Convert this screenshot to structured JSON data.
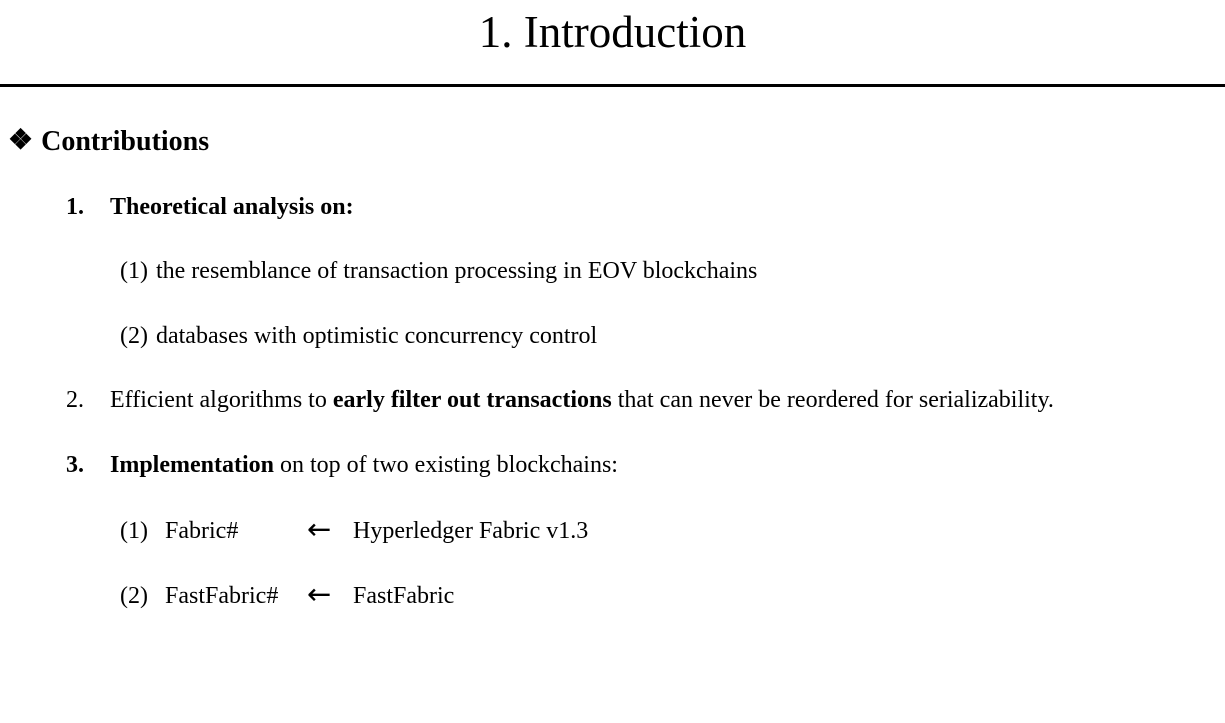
{
  "slide": {
    "title": "1. Introduction"
  },
  "contributions": {
    "bullet": "❖",
    "label": "Contributions"
  },
  "items": {
    "item1": {
      "number": "1.",
      "heading": "Theoretical analysis on:"
    },
    "item1_subs": [
      {
        "marker": "(1)",
        "text": "the resemblance of transaction processing in EOV blockchains"
      },
      {
        "marker": "(2)",
        "text": "databases with optimistic concurrency control"
      }
    ],
    "item2": {
      "number": "2.",
      "pre": "Efficient algorithms to ",
      "emphasis": "early filter out transactions",
      "post": " that can never be reordered for serializability."
    },
    "item3": {
      "number": "3.",
      "emphasis": "Implementation",
      "post": " on top of two existing blockchains:"
    },
    "item3_subs": [
      {
        "marker": "(1)",
        "name": "Fabric#",
        "arrow": "←",
        "origin": "Hyperledger Fabric v1.3"
      },
      {
        "marker": "(2)",
        "name": "FastFabric#",
        "arrow": "←",
        "origin": "FastFabric"
      }
    ]
  },
  "colors": {
    "text": "#000000",
    "background": "#ffffff",
    "divider": "#000000"
  }
}
